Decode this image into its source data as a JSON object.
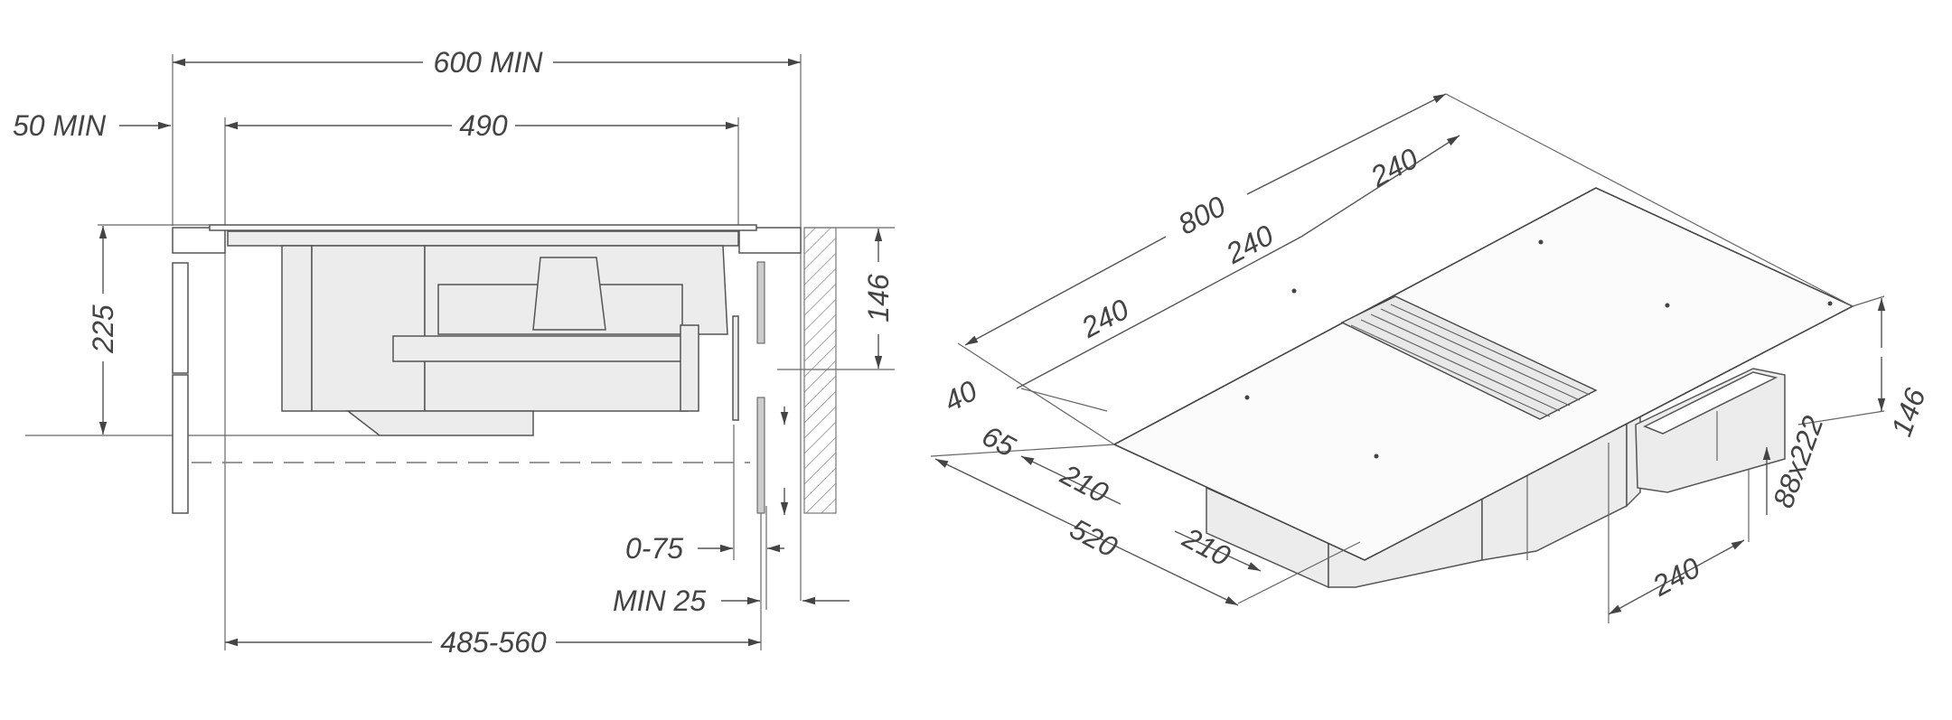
{
  "side_view": {
    "labels": {
      "overall_width": "600 MIN",
      "front_clearance": "50 MIN",
      "cutout_width": "490",
      "total_depth": "225",
      "duct_height": "146",
      "panel_gap": "0-75",
      "wall_gap": "MIN 25",
      "cabinet_depth": "485-560"
    }
  },
  "iso_view": {
    "labels": {
      "length": "800",
      "zone_1": "240",
      "zone_2": "240",
      "zone_3": "240",
      "edge_offset": "40",
      "front_offset": "65",
      "depth_1": "210",
      "depth_2": "210",
      "depth_total": "520",
      "height": "146",
      "duct_size": "88x222",
      "duct_offset": "240"
    }
  },
  "colors": {
    "line": "#555555",
    "fill": "#ececec",
    "text": "#444444"
  }
}
